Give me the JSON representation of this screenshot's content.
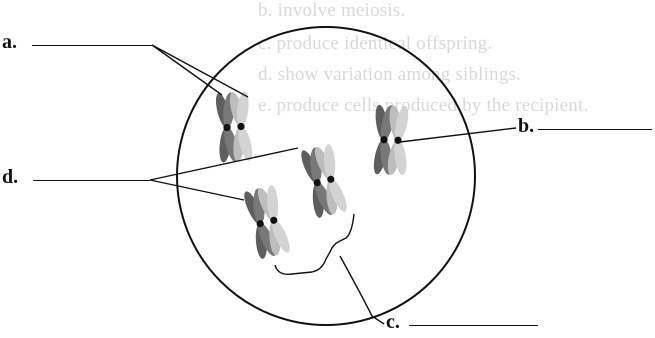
{
  "background_text": [
    "b. involve meiosis.",
    "c. produce identical offspring.",
    "d. show variation among siblings.",
    "e. produce cells produced by the recipient."
  ],
  "labels": {
    "a": "a.",
    "b": "b.",
    "c": "c.",
    "d": "d."
  },
  "colors": {
    "dark_chromatid": "#5f5f5f",
    "light_chromatid": "#c9c9c9",
    "centromere": "#111111",
    "line": "#111111",
    "ghost_text": "#d9d9d9"
  }
}
